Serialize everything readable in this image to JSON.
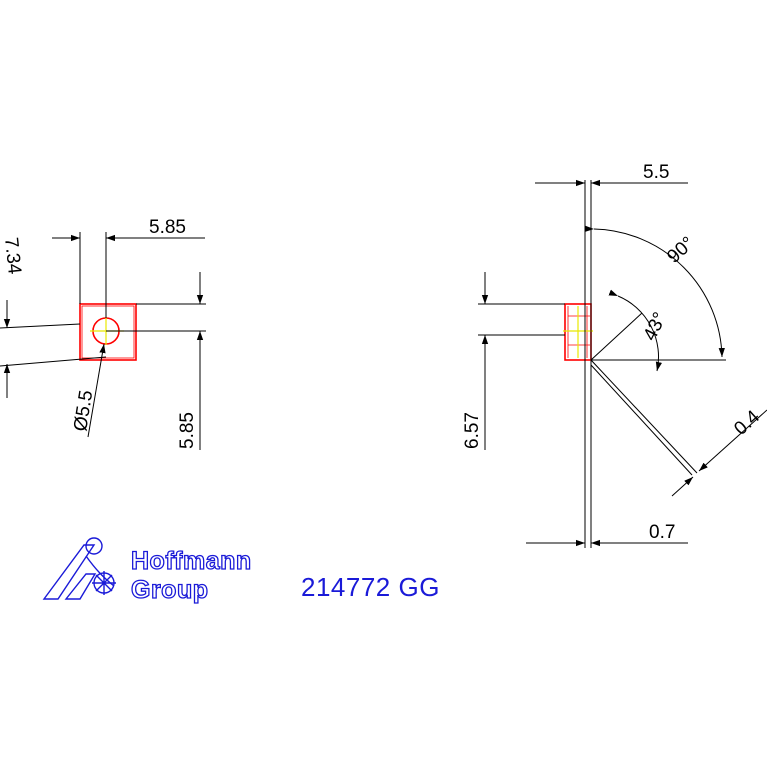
{
  "colors": {
    "outline": "#ff0000",
    "centerline": "#ffff00",
    "dimension": "#000000",
    "brand": "#1a1ad8"
  },
  "views": {
    "front": {
      "dim_width": "5.85",
      "dim_height": "5.85",
      "dim_bore": "Ø5.5",
      "dim_left": "7.34"
    },
    "side": {
      "dim_top": "5.5",
      "dim_angle_90": "90°",
      "dim_angle_43": "43°",
      "dim_height": "6.57",
      "dim_chamfer": "0.4",
      "dim_bottom": "0.7"
    }
  },
  "title_block": {
    "brand_line1": "Hoffmann",
    "brand_line2": "Group",
    "part_number": "214772 GG",
    "logo_icon": "hoffmann-figure-logo-icon"
  }
}
